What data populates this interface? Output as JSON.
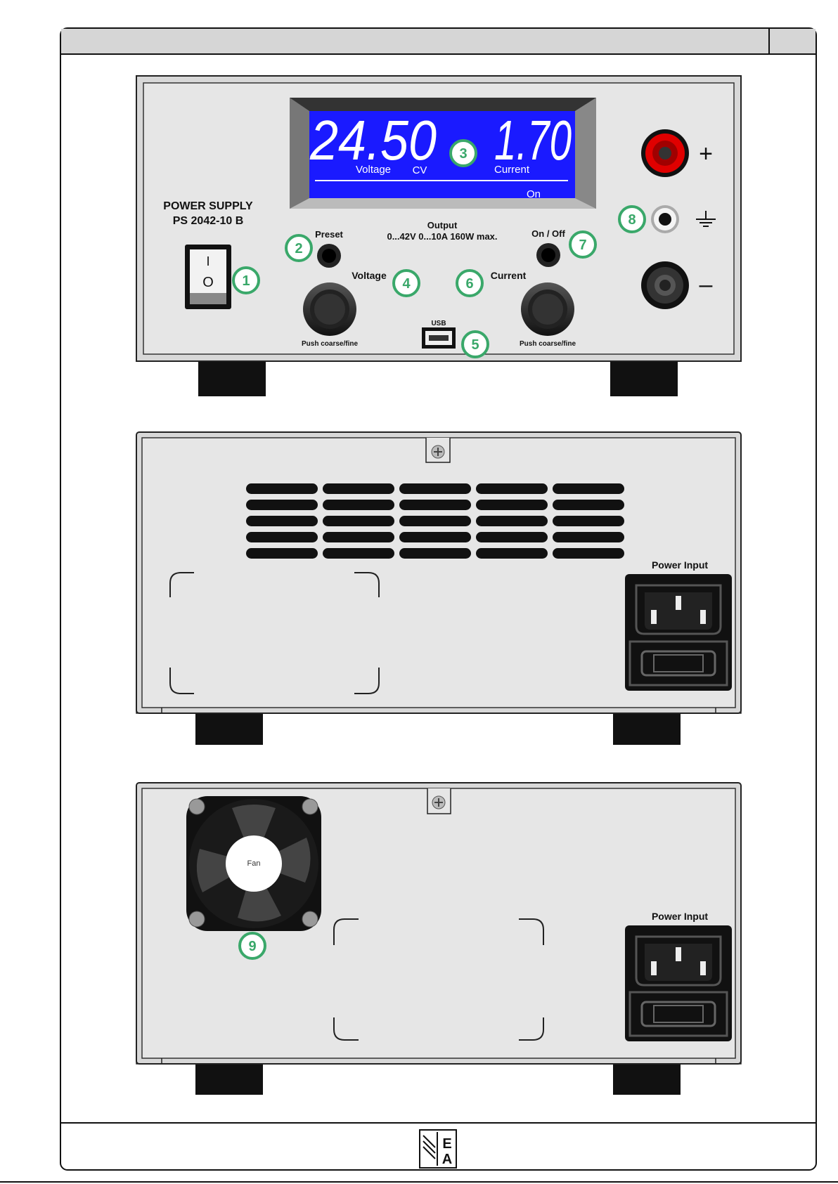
{
  "front_panel": {
    "brand_line1": "POWER SUPPLY",
    "brand_line2": "PS 2042-10 B",
    "display": {
      "voltage_value": "24.50",
      "current_value": "1.70",
      "voltage_label": "Voltage",
      "mode_label": "CV",
      "current_label": "Current",
      "status": "On"
    },
    "preset_label": "Preset",
    "output_title": "Output",
    "output_spec": "0...42V 0...10A 160W max.",
    "onoff_label": "On / Off",
    "voltage_knob_label": "Voltage",
    "current_knob_label": "Current",
    "push_label_left": "Push coarse/fine",
    "push_label_right": "Push coarse/fine",
    "usb_label": "USB",
    "plus_symbol": "+",
    "minus_symbol": "–",
    "callouts": [
      "1",
      "2",
      "3",
      "4",
      "5",
      "6",
      "7",
      "8"
    ]
  },
  "rear_panel_1": {
    "power_input_label": "Power Input"
  },
  "rear_panel_2": {
    "power_input_label": "Power Input",
    "fan_label": "Fan",
    "callout": "9"
  },
  "logo": {
    "text_e": "E",
    "text_a": "A"
  },
  "colors": {
    "display_blue": "#1a1aff",
    "callout_green": "#3aa86a",
    "panel_grey": "#e4e4e4",
    "jack_red": "#e00000"
  }
}
